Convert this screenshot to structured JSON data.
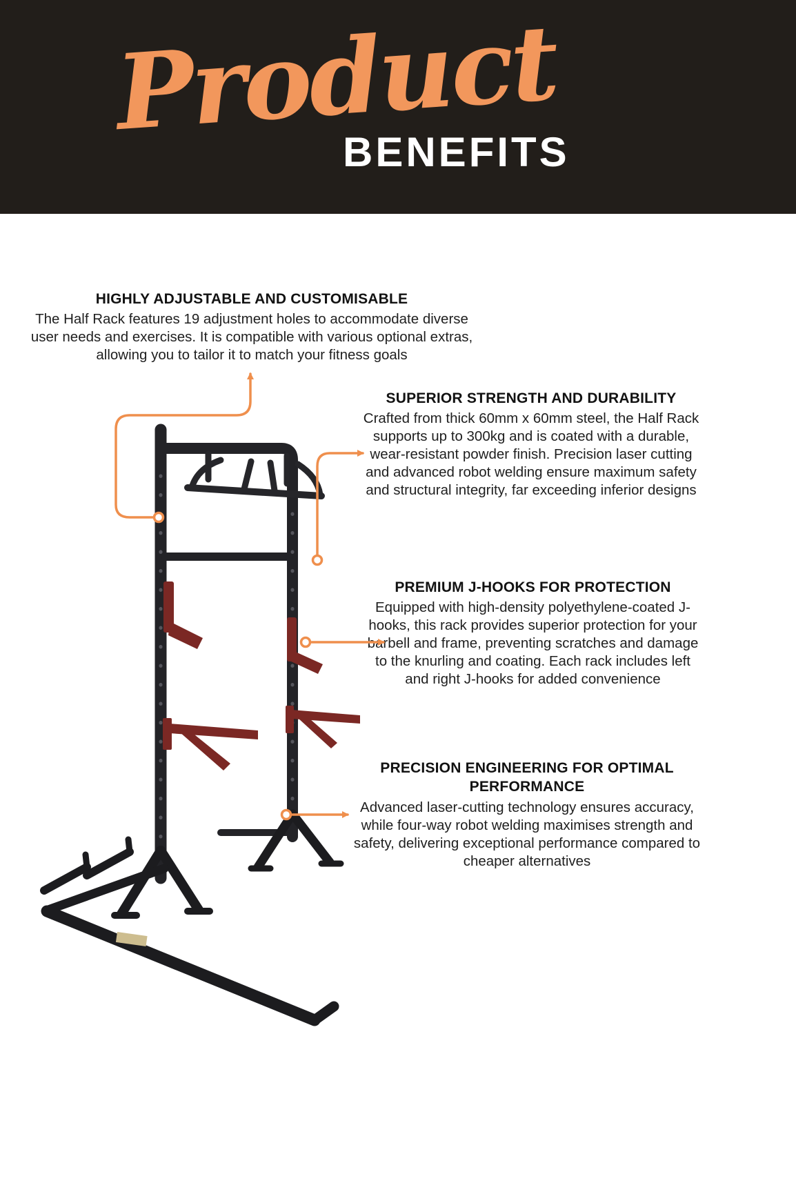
{
  "banner": {
    "script_word": "Product",
    "title_word": "BENEFITS"
  },
  "colors": {
    "banner_bg": "#221e1a",
    "accent_orange": "#EF8F4D",
    "script_orange": "#F2975C",
    "rack_black": "#232327",
    "jhook_maroon": "#7B2824",
    "text_dark": "#1f1f1f"
  },
  "illustration": {
    "name": "half-rack-product-photo",
    "description": "Black half rack with pull-up bar, maroon J-hooks, maroon spotter arms and weight plate pegs"
  },
  "benefits": [
    {
      "heading": "HIGHLY ADJUSTABLE AND CUSTOMISABLE",
      "body": "The Half Rack features 19 adjustment holes to accommodate diverse user needs and exercises. It is compatible with various optional extras, allowing you to tailor it to match your fitness goals"
    },
    {
      "heading": "SUPERIOR STRENGTH AND DURABILITY",
      "body": "Crafted from thick 60mm x 60mm steel, the Half Rack supports up to 300kg and is coated with a durable, wear-resistant powder finish. Precision laser cutting and advanced robot welding ensure maximum safety and structural integrity, far exceeding inferior designs"
    },
    {
      "heading": "PREMIUM J-HOOKS FOR PROTECTION",
      "body": "Equipped with high-density polyethylene-coated J-hooks, this rack provides superior protection for your barbell and frame, preventing scratches and damage to the knurling and coating. Each rack includes left and right J-hooks for added convenience"
    },
    {
      "heading": "PRECISION ENGINEERING FOR OPTIMAL PERFORMANCE",
      "body": "Advanced laser-cutting technology ensures accuracy, while four-way robot welding maximises strength and safety, delivering exceptional performance compared to cheaper alternatives"
    }
  ]
}
